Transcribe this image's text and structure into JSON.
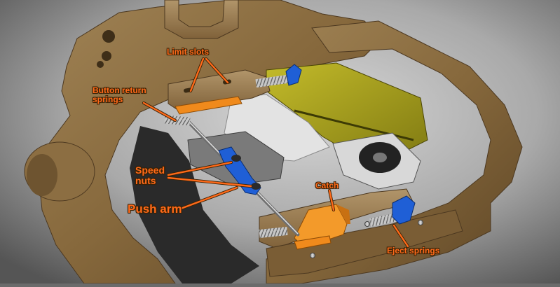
{
  "annotations": {
    "limit_slots": "Limit slots",
    "button_return_springs_line1": "Button return",
    "button_return_springs_line2": "springs",
    "speed_nuts_line1": "Speed",
    "speed_nuts_line2": "nuts",
    "push_arm": "Push arm",
    "catch": "Catch",
    "eject_springs": "Eject springs"
  },
  "colors": {
    "housing": "#8a6b3f",
    "housing_dark": "#5e4524",
    "label": "#ff6a1a",
    "blue_part": "#1f5fd6",
    "orange_part": "#f08a1c",
    "battery_yellow": "#a8a21c"
  }
}
